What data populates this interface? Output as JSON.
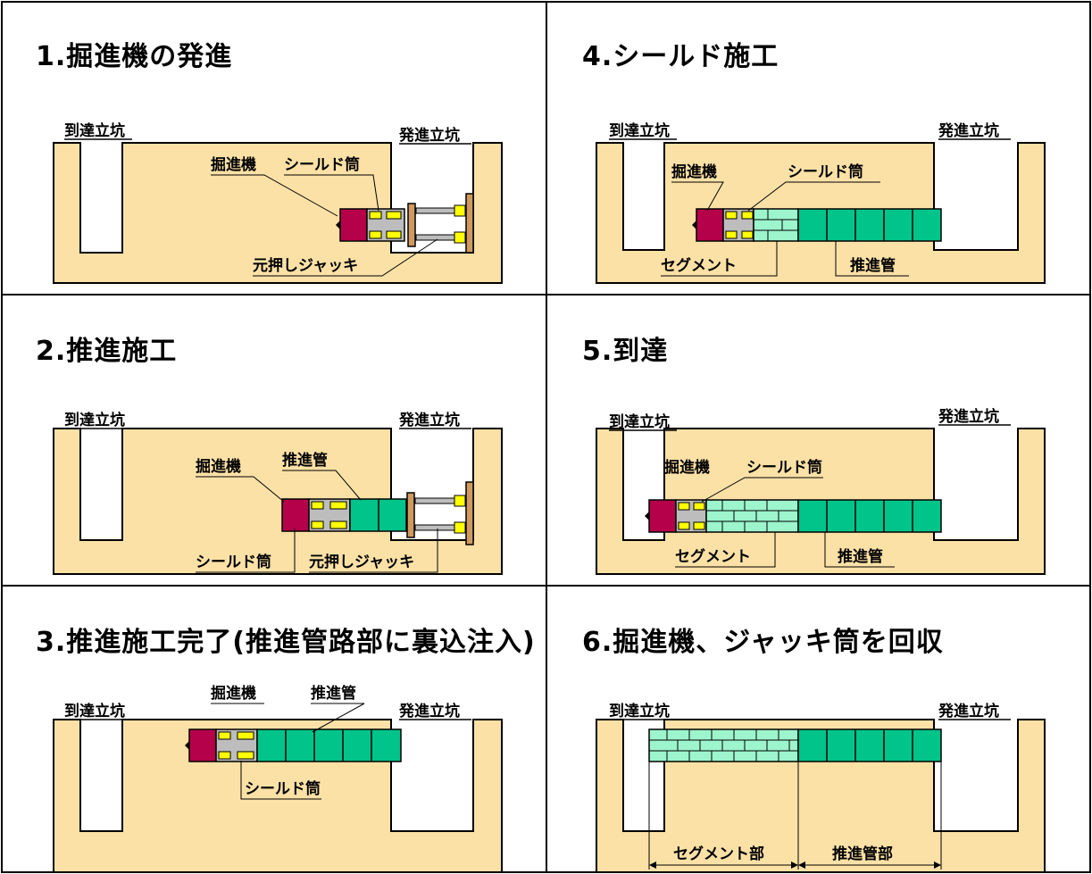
{
  "colors": {
    "soil": "#FBE1A6",
    "cutter": "#B5004A",
    "jack_yellow": "#FFFF00",
    "steel_gray": "#BDBDBD",
    "pipe_green": "#00C48A",
    "segment_green": "#9CF5CC",
    "thrust_plate": "#CF9A5E",
    "line": "#000000"
  },
  "panels": [
    {
      "title": "1.掘進機の発進",
      "shaft_left_label": "到達立坑",
      "shaft_right_label": "発進立坑",
      "labels": [
        "掘進機",
        "シールド筒",
        "元押しジャッキ"
      ]
    },
    {
      "title": "2.推進施工",
      "shaft_left_label": "到達立坑",
      "shaft_right_label": "発進立坑",
      "labels": [
        "掘進機",
        "推進管",
        "シールド筒",
        "元押しジャッキ"
      ]
    },
    {
      "title": "3.推進施工完了(推進管路部に裏込注入)",
      "shaft_left_label": "到達立坑",
      "shaft_right_label": "発進立坑",
      "labels": [
        "掘進機",
        "推進管",
        "シールド筒"
      ]
    },
    {
      "title": "4.シールド施工",
      "shaft_left_label": "到達立坑",
      "shaft_right_label": "発進立坑",
      "labels": [
        "掘進機",
        "シールド筒",
        "セグメント",
        "推進管"
      ]
    },
    {
      "title": "5.到達",
      "shaft_left_label": "到達立坑",
      "shaft_right_label": "発進立坑",
      "labels": [
        "掘進機",
        "シールド筒",
        "セグメント",
        "推進管"
      ]
    },
    {
      "title": "6.掘進機、ジャッキ筒を回収",
      "shaft_left_label": "到達立坑",
      "shaft_right_label": "発進立坑",
      "labels": [
        "セグメント部",
        "推進管部"
      ]
    }
  ]
}
